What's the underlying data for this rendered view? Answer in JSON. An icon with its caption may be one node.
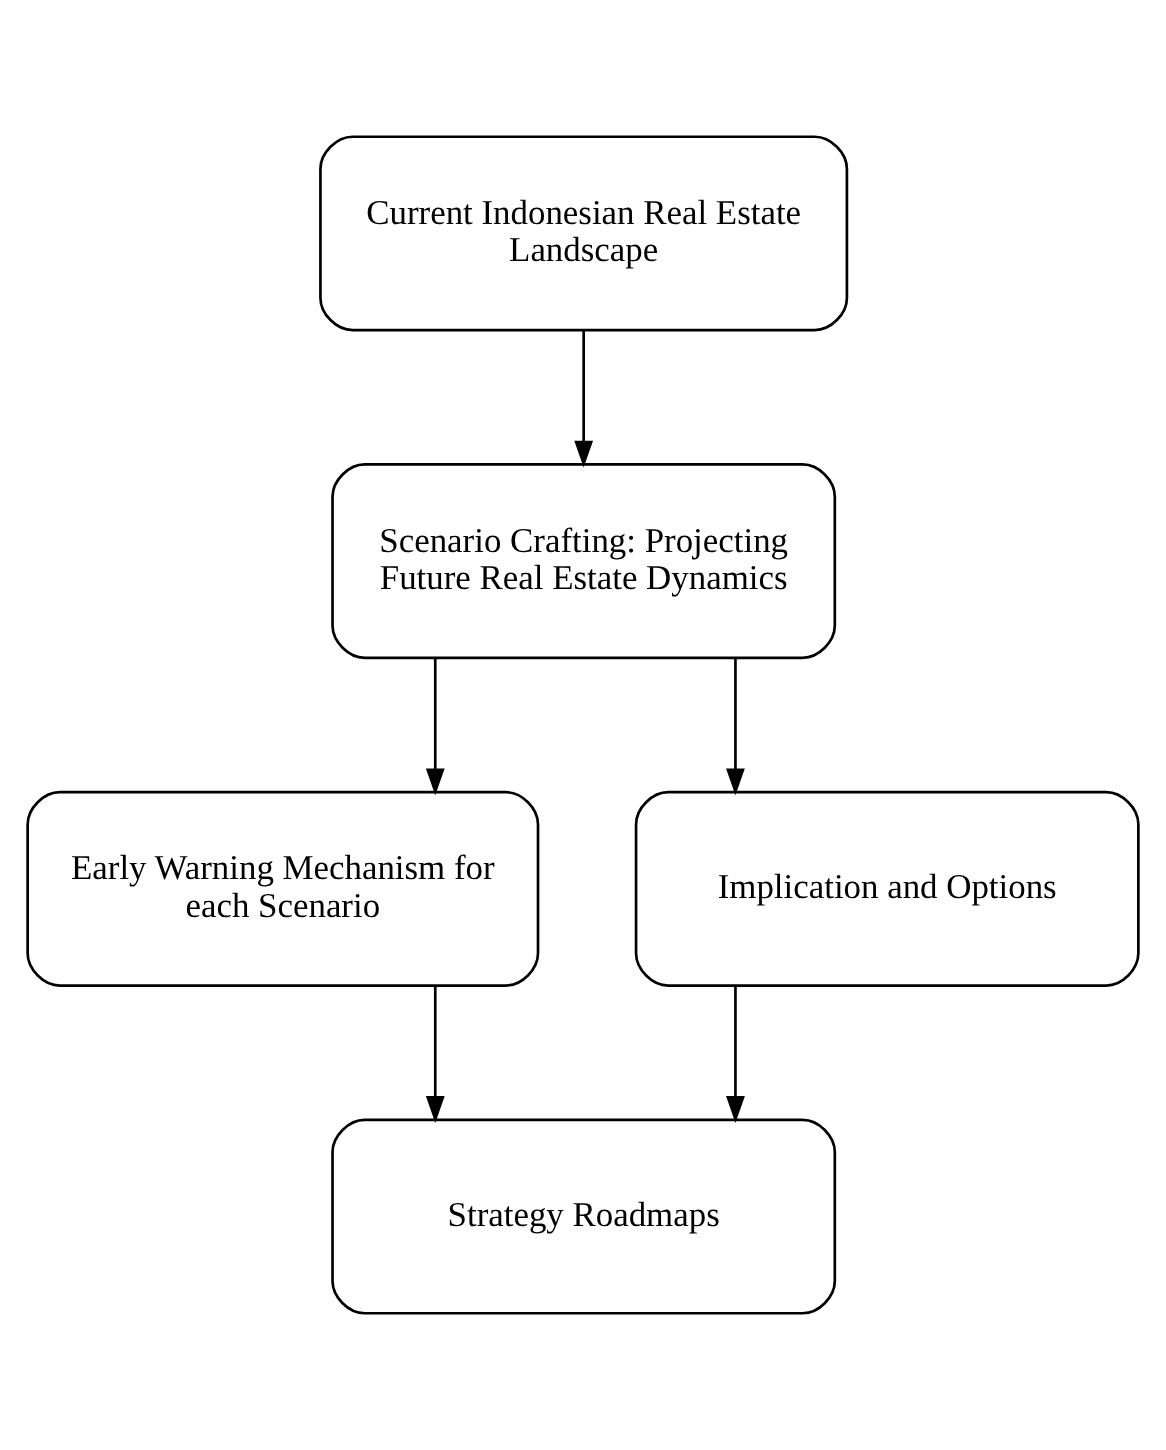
{
  "diagram": {
    "nodes": [
      {
        "text": [
          "Current Indonesian Real Estate Landscape"
        ]
      },
      {
        "text": [
          "Scenario Crafting: Projecting Future Real Estate Dynamics"
        ]
      },
      {
        "text": [
          "Early Warning Mechanism for each Scenario"
        ]
      },
      {
        "text": [
          "Implication and Options"
        ]
      },
      {
        "text": [
          "Strategy Roadmaps"
        ]
      }
    ],
    "edges": [
      {
        "from": 0,
        "to": 1,
        "arrow": "to"
      },
      {
        "from": 1,
        "to": 2,
        "arrow": "to"
      },
      {
        "from": 1,
        "to": 3,
        "arrow": "to"
      },
      {
        "from": 2,
        "to": 4,
        "arrow": "to"
      },
      {
        "from": 3,
        "to": 4,
        "arrow": "to"
      }
    ]
  }
}
